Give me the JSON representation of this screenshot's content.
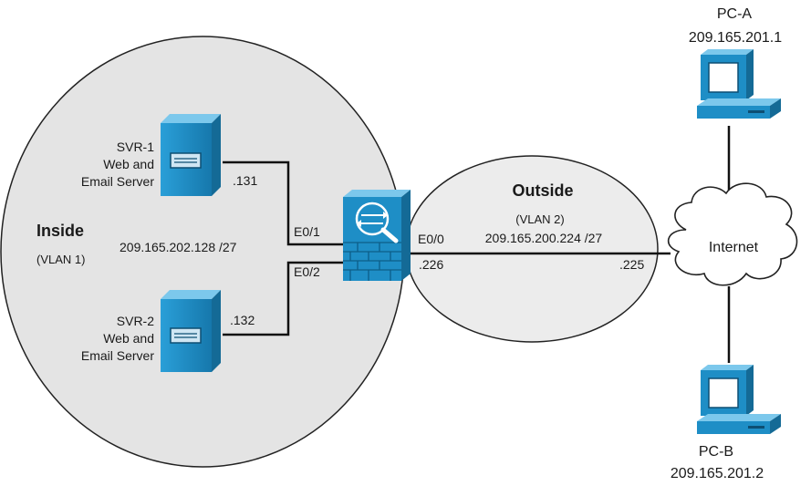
{
  "inside": {
    "title": "Inside",
    "vlan": "(VLAN 1)",
    "subnet": "209.165.202.128 /27"
  },
  "outside": {
    "title": "Outside",
    "vlan": "(VLAN 2)",
    "subnet": "209.165.200.224 /27",
    "fw_host": ".226",
    "internet_host": ".225"
  },
  "servers": [
    {
      "name": "SVR-1",
      "line2": "Web and",
      "line3": "Email Server",
      "host": ".131"
    },
    {
      "name": "SVR-2",
      "line2": "Web and",
      "line3": "Email Server",
      "host": ".132"
    }
  ],
  "firewall": {
    "if_e01": "E0/1",
    "if_e02": "E0/2",
    "if_e00": "E0/0"
  },
  "internet": {
    "label": "Internet"
  },
  "pcs": [
    {
      "name": "PC-A",
      "ip": "209.165.201.1"
    },
    {
      "name": "PC-B",
      "ip": "209.165.201.2"
    }
  ],
  "colors": {
    "inside_fill": "#e4e4e4",
    "outside_fill": "#ececec",
    "device_blue": "#1e8ec6",
    "device_dark": "#146a96",
    "device_light": "#58b8e4"
  },
  "icons": [
    "server-icon",
    "firewall-icon",
    "cloud-icon",
    "pc-icon"
  ]
}
